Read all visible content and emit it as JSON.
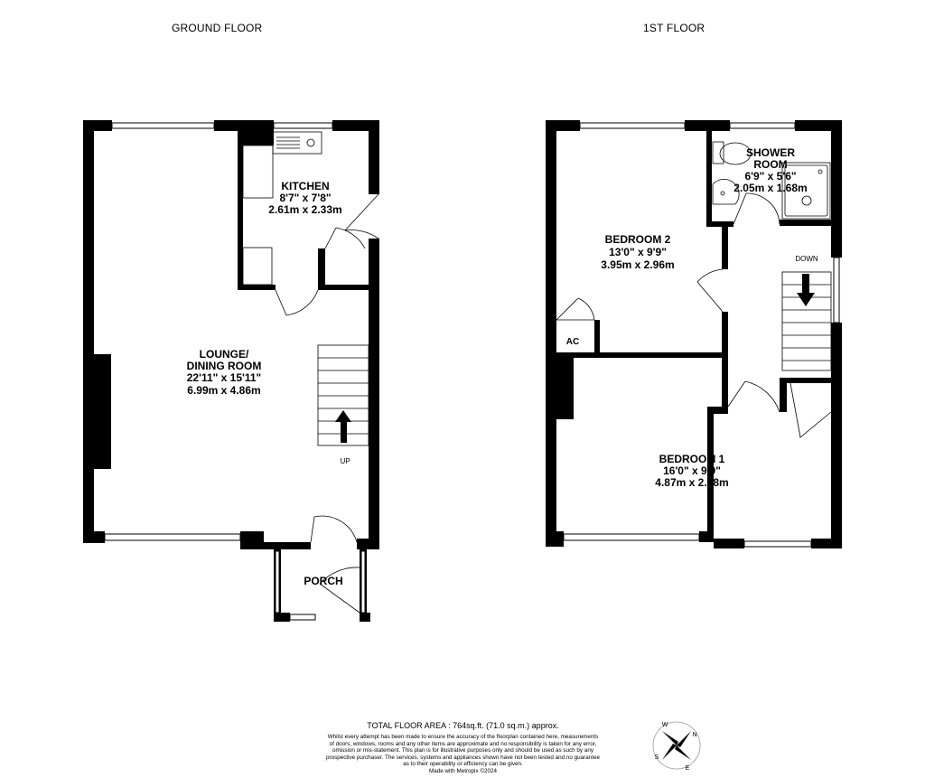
{
  "titles": {
    "ground": "GROUND FLOOR",
    "first": "1ST FLOOR"
  },
  "rooms": {
    "kitchen": {
      "name": "KITCHEN",
      "imperial": "8'7\"  x 7'8\"",
      "metric": "2.61m  x 2.33m"
    },
    "lounge": {
      "name_line1": "LOUNGE/",
      "name_line2": "DINING ROOM",
      "imperial": "22'11\"  x 15'11\"",
      "metric": "6.99m  x 4.86m"
    },
    "porch": {
      "name": "PORCH"
    },
    "shower": {
      "name_line1": "SHOWER",
      "name_line2": "ROOM",
      "imperial": "6'9\"  x 5'6\"",
      "metric": "2.05m  x 1.68m"
    },
    "bedroom2": {
      "name": "BEDROOM 2",
      "imperial": "13'0\"  x 9'9\"",
      "metric": "3.95m  x 2.96m"
    },
    "bedroom1": {
      "name": "BEDROOM 1",
      "imperial": "16'0\"  x 9'9\"",
      "metric": "4.87m  x 2.98m"
    }
  },
  "labels": {
    "up": "UP",
    "down": "DOWN",
    "ac": "AC"
  },
  "footer": {
    "total": "TOTAL FLOOR AREA : 764sq.ft. (71.0 sq.m.) approx.",
    "disclaimer": [
      "Whilst every attempt has been made to ensure the accuracy of the floorplan contained here, measurements",
      "of doors, windows, rooms and any other items are approximate and no responsibility is taken for any error,",
      "omission or mis-statement. This plan is for illustrative purposes only and should be used as such by any",
      "prospective purchaser. The services, systems and appliances shown have not been tested and no guarantee",
      "as to their operability or efficiency can be given.",
      "Made with Metropix ©2024"
    ]
  },
  "compass": {
    "n": "N",
    "e": "E",
    "s": "S",
    "w": "W"
  },
  "colors": {
    "wall": "#000000",
    "background": "#ffffff"
  }
}
